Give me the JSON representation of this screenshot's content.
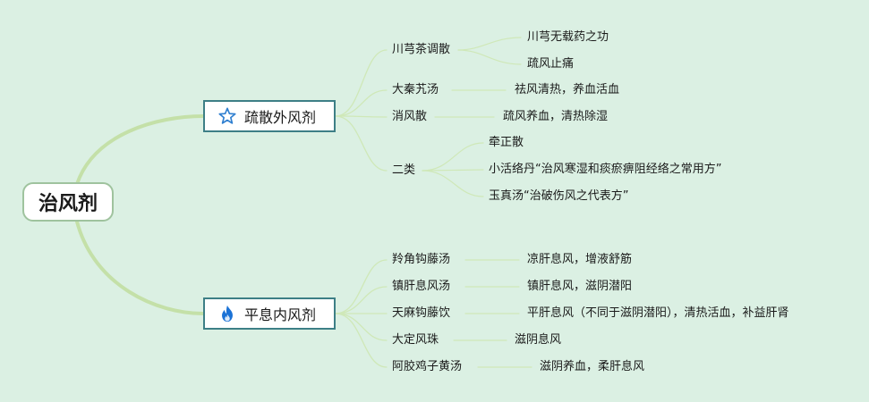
{
  "root": {
    "label": "治风剂"
  },
  "branches": [
    {
      "label": "疏散外风剂",
      "icon": "star-icon",
      "items": [
        {
          "label": "川芎茶调散",
          "details": [
            "川芎无载药之功",
            "疏风止痛"
          ]
        },
        {
          "label": "大秦艽汤",
          "details": [
            "祛风清热，养血活血"
          ]
        },
        {
          "label": "消风散",
          "details": [
            "疏风养血，清热除湿"
          ]
        },
        {
          "label": "二类",
          "details": [
            "牵正散",
            "小活络丹“治风寒湿和痰瘀痹阻经络之常用方”",
            "玉真汤“治破伤风之代表方”"
          ]
        }
      ]
    },
    {
      "label": "平息内风剂",
      "icon": "flame-icon",
      "items": [
        {
          "label": "羚角钩藤汤",
          "details": [
            "凉肝息风，增液舒筋"
          ]
        },
        {
          "label": "镇肝息风汤",
          "details": [
            "镇肝息风，滋阴潜阳"
          ]
        },
        {
          "label": "天麻钩藤饮",
          "details": [
            "平肝息风（不同于滋阴潜阳），清热活血，补益肝肾"
          ]
        },
        {
          "label": "大定风珠",
          "details": [
            "滋阴息风"
          ]
        },
        {
          "label": "阿胶鸡子黄汤",
          "details": [
            "滋阴养血，柔肝息风"
          ]
        }
      ]
    }
  ],
  "colors": {
    "background": "#dbf0e3",
    "root_border": "#9fc39e",
    "branch_border": "#3d7f86",
    "trunk_line": "#c4e0a8",
    "twig_line": "#cfe8b8",
    "star_icon": "#2f7fd0",
    "flame_icon": "#1b72d6"
  }
}
